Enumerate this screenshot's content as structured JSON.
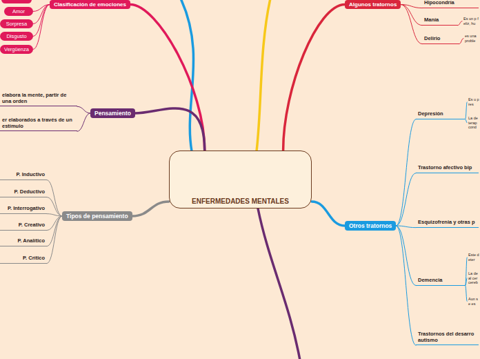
{
  "diagram": {
    "nodes": [
      {
        "text": [
          "ENFERMEDADES MENTALES"
        ]
      },
      {
        "text": [
          "Clasificación de emociones"
        ]
      },
      {
        "text": [
          "Amor"
        ]
      },
      {
        "text": [
          "Sorpresa"
        ]
      },
      {
        "text": [
          "Disgusto"
        ]
      },
      {
        "text": [
          "Vergüenza"
        ]
      },
      {
        "text": [
          "Pensamiento"
        ]
      },
      {
        "text": [
          "elabora la mente, partir de una orden"
        ]
      },
      {
        "text": [
          "er elaborados a través de un estímulo"
        ]
      },
      {
        "text": [
          "Tipos de pensamiento"
        ]
      },
      {
        "text": [
          "P. Inductivo"
        ]
      },
      {
        "text": [
          "P. Deductivo"
        ]
      },
      {
        "text": [
          "P. Interrogativo"
        ]
      },
      {
        "text": [
          "P. Creativo"
        ]
      },
      {
        "text": [
          "P. Analítico"
        ]
      },
      {
        "text": [
          "P. Crítico"
        ]
      },
      {
        "text": [
          "Algunos tratornos"
        ]
      },
      {
        "text": [
          "Hipocondría"
        ]
      },
      {
        "text": [
          "Manía"
        ]
      },
      {
        "text": [
          "Es un p feliz, hu"
        ]
      },
      {
        "text": [
          "Delirio"
        ]
      },
      {
        "text": [
          "es una proble"
        ]
      },
      {
        "text": [
          "Otros tratornos"
        ]
      },
      {
        "text": [
          "Depresión"
        ]
      },
      {
        "text": [
          "Es u pres"
        ]
      },
      {
        "text": [
          "La de terap cond"
        ]
      },
      {
        "text": [
          "Trastorno afectivo bip"
        ]
      },
      {
        "text": [
          "Esquizofrenia y otras p"
        ]
      },
      {
        "text": [
          "Demencia"
        ]
      },
      {
        "text": [
          "Este deter"
        ]
      },
      {
        "text": [
          "La de al cer cereb"
        ]
      },
      {
        "text": [
          "Aun se es"
        ]
      },
      {
        "text": [
          "Trastornos del desarro autismo"
        ]
      }
    ],
    "edges": [
      {
        "from": 0,
        "to": 1,
        "arrow": "none"
      },
      {
        "from": 1,
        "to": 2,
        "arrow": "none"
      },
      {
        "from": 1,
        "to": 3,
        "arrow": "none"
      },
      {
        "from": 1,
        "to": 4,
        "arrow": "none"
      },
      {
        "from": 1,
        "to": 5,
        "arrow": "none"
      },
      {
        "from": 0,
        "to": 6,
        "arrow": "none"
      },
      {
        "from": 6,
        "to": 7,
        "arrow": "none"
      },
      {
        "from": 6,
        "to": 8,
        "arrow": "none"
      },
      {
        "from": 0,
        "to": 9,
        "arrow": "none"
      },
      {
        "from": 9,
        "to": 10,
        "arrow": "none"
      },
      {
        "from": 9,
        "to": 11,
        "arrow": "none"
      },
      {
        "from": 9,
        "to": 12,
        "arrow": "none"
      },
      {
        "from": 9,
        "to": 13,
        "arrow": "none"
      },
      {
        "from": 9,
        "to": 14,
        "arrow": "none"
      },
      {
        "from": 9,
        "to": 15,
        "arrow": "none"
      },
      {
        "from": 0,
        "to": 16,
        "arrow": "none"
      },
      {
        "from": 16,
        "to": 17,
        "arrow": "none"
      },
      {
        "from": 16,
        "to": 18,
        "arrow": "none"
      },
      {
        "from": 18,
        "to": 19,
        "arrow": "none"
      },
      {
        "from": 16,
        "to": 20,
        "arrow": "none"
      },
      {
        "from": 20,
        "to": 21,
        "arrow": "none"
      },
      {
        "from": 0,
        "to": 22,
        "arrow": "none"
      },
      {
        "from": 22,
        "to": 23,
        "arrow": "none"
      },
      {
        "from": 23,
        "to": 24,
        "arrow": "none"
      },
      {
        "from": 23,
        "to": 25,
        "arrow": "none"
      },
      {
        "from": 22,
        "to": 26,
        "arrow": "none"
      },
      {
        "from": 22,
        "to": 27,
        "arrow": "none"
      },
      {
        "from": 22,
        "to": 28,
        "arrow": "none"
      },
      {
        "from": 28,
        "to": 29,
        "arrow": "none"
      },
      {
        "from": 28,
        "to": 30,
        "arrow": "none"
      },
      {
        "from": 28,
        "to": 31,
        "arrow": "none"
      },
      {
        "from": 22,
        "to": 32,
        "arrow": "none"
      }
    ]
  }
}
